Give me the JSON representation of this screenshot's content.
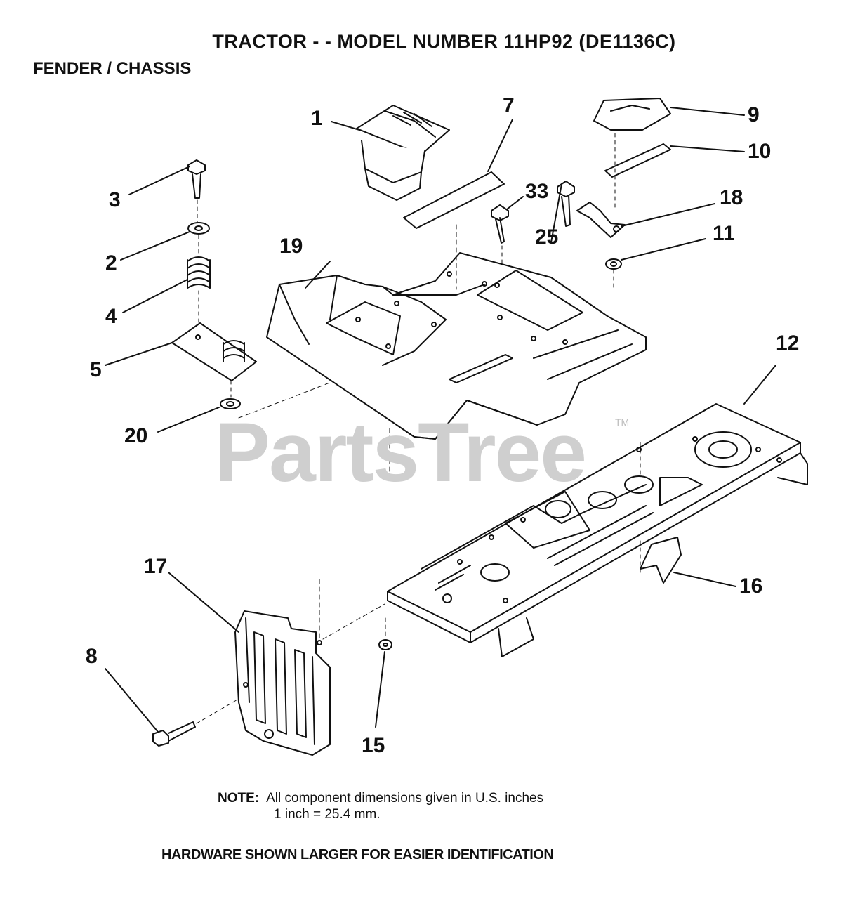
{
  "title": "TRACTOR - - MODEL NUMBER 11HP92 (DE1136C)",
  "section": "FENDER / CHASSIS",
  "watermark": "PartsTree",
  "watermark_tm": "TM",
  "note": {
    "label": "NOTE:",
    "line1": "All component dimensions given in U.S. inches",
    "line2": "1 inch = 25.4 mm."
  },
  "hardware_note": "HARDWARE SHOWN LARGER FOR EASIER IDENTIFICATION",
  "callouts": {
    "c1": "1",
    "c7": "7",
    "c9": "9",
    "c10": "10",
    "c3": "3",
    "c33": "33",
    "c18": "18",
    "c2": "2",
    "c19": "19",
    "c25": "25",
    "c11": "11",
    "c4": "4",
    "c12": "12",
    "c5": "5",
    "c20": "20",
    "c17": "17",
    "c16": "16",
    "c8": "8",
    "c15": "15"
  }
}
